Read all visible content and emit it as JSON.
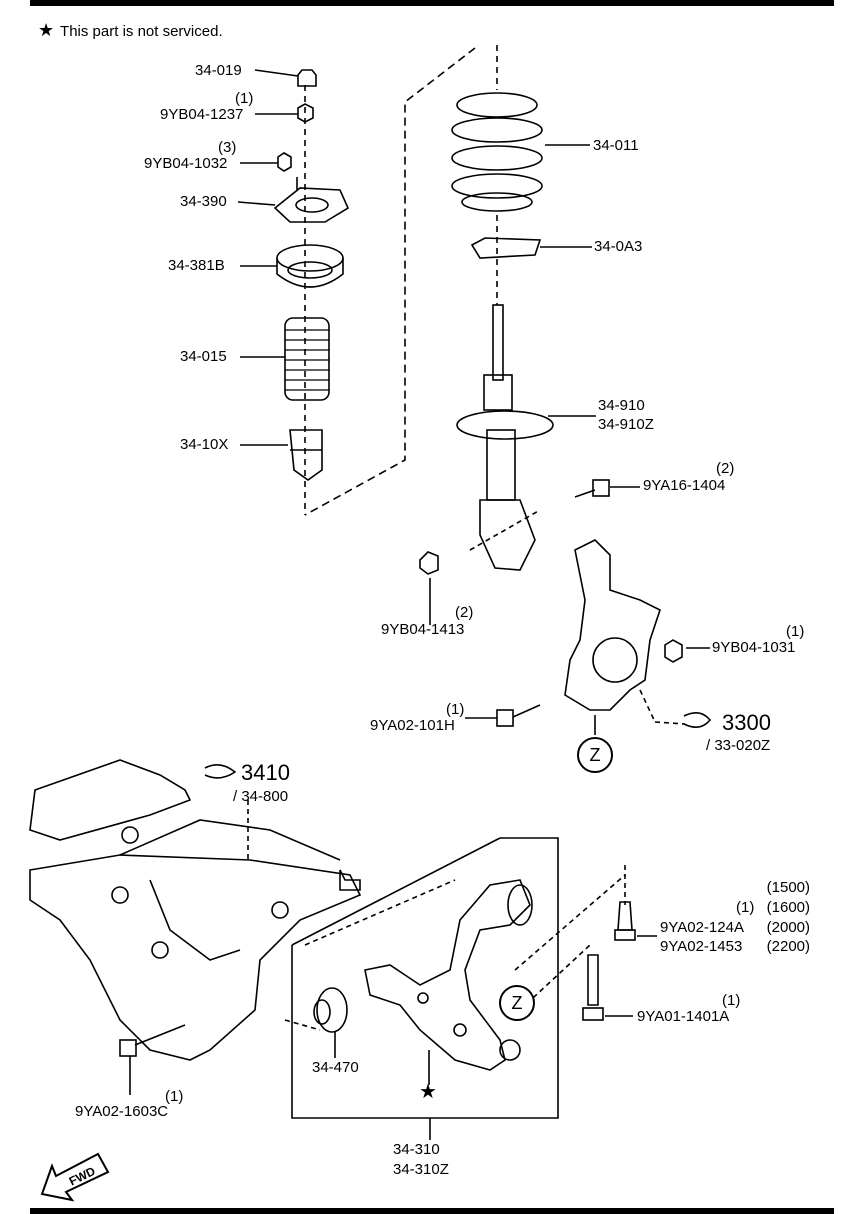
{
  "note": {
    "symbol": "★",
    "text": "This part is not serviced."
  },
  "strut_parts": [
    {
      "part": "34-019",
      "qty": ""
    },
    {
      "part": "9YB04-1237",
      "qty": "(1)"
    },
    {
      "part": "9YB04-1032",
      "qty": "(3)"
    },
    {
      "part": "34-390",
      "qty": ""
    },
    {
      "part": "34-381B",
      "qty": ""
    },
    {
      "part": "34-015",
      "qty": ""
    },
    {
      "part": "34-10X",
      "qty": ""
    }
  ],
  "shock": {
    "spring": "34-011",
    "seat": "34-0A3",
    "strut": [
      "34-910",
      "34-910Z"
    ]
  },
  "knuckle_bolts": [
    {
      "part": "9YA16-1404",
      "qty": "(2)"
    },
    {
      "part": "9YB04-1413",
      "qty": "(2)"
    },
    {
      "part": "9YB04-1031",
      "qty": "(1)"
    },
    {
      "part": "9YA02-101H",
      "qty": "(1)"
    }
  ],
  "knuckle": {
    "ref": "3300",
    "sub": "/ 33-020Z",
    "callout": "Z"
  },
  "crossmember": {
    "ref": "3410",
    "sub": "/ 34-800",
    "bolt": "9YA02-1603C",
    "bolt_qty": "(1)"
  },
  "lower_arm": {
    "bushing": "34-470",
    "arm": [
      "34-310",
      "34-310Z"
    ],
    "callout": "Z",
    "star": "★"
  },
  "arm_bolts": {
    "variants": [
      {
        "qty": "",
        "code": "(1500)"
      },
      {
        "qty": "(1)",
        "code": "(1600)"
      },
      {
        "part": "9YA02-124A",
        "code": "(2000)"
      },
      {
        "part": "9YA02-1453",
        "code": "(2200)"
      }
    ],
    "long_bolt": {
      "part": "9YA01-1401A",
      "qty": "(1)"
    }
  },
  "fwd_label": "FWD"
}
